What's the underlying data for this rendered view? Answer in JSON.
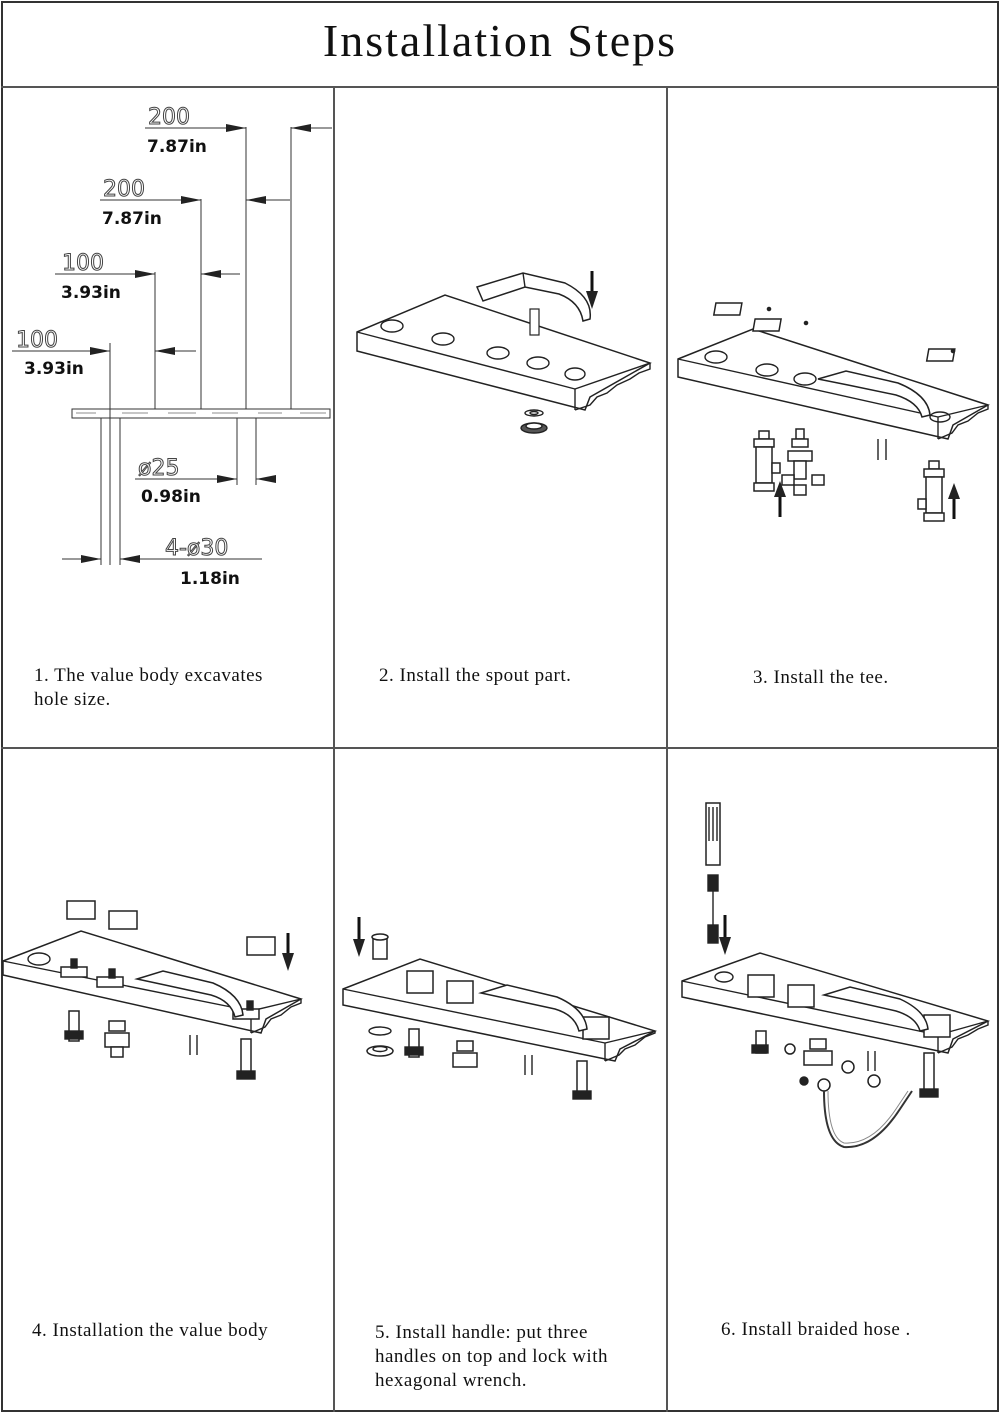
{
  "title": "Installation Steps",
  "steps": [
    {
      "caption": "1. The value body excavates\nhole size."
    },
    {
      "caption": "2. Install the spout part."
    },
    {
      "caption": "3. Install the tee."
    },
    {
      "caption": "4. Installation the value body"
    },
    {
      "caption": "5. Install handle: put three\nhandles on top and lock with\nhexagonal wrench."
    },
    {
      "caption": "6. Install braided hose ."
    }
  ],
  "dimensions": {
    "d1_mm": "200",
    "d1_in": "7.87in",
    "d2_mm": "200",
    "d2_in": "7.87in",
    "d3_mm": "100",
    "d3_in": "3.93in",
    "d4_mm": "100",
    "d4_in": "3.93in",
    "d5_mm": "ø25",
    "d5_in": "0.98in",
    "d6_mm": "4-ø30",
    "d6_in": "1.18in"
  }
}
